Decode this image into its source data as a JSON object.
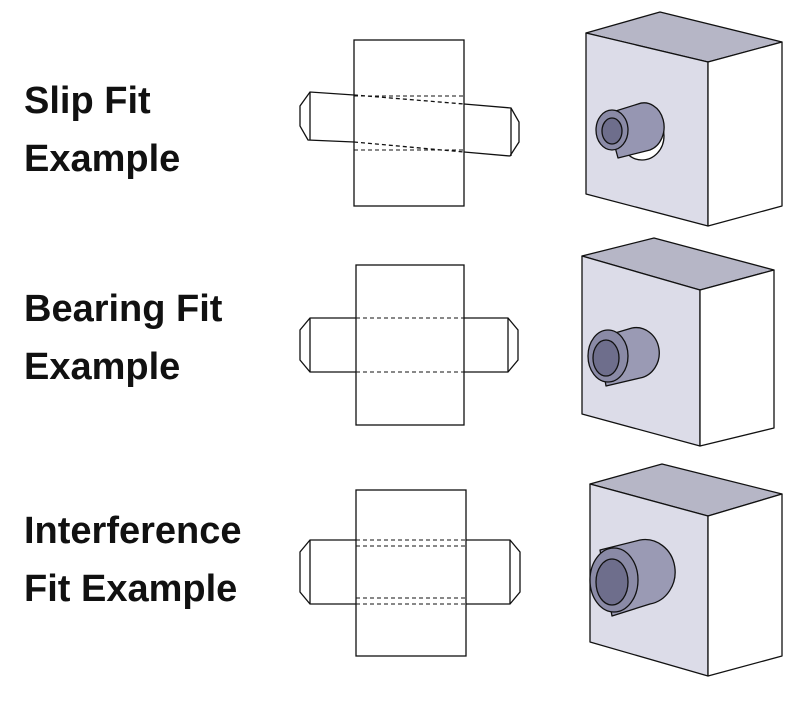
{
  "figure": {
    "rows": [
      {
        "id": "slip-fit",
        "label_lines": [
          "Slip Fit",
          "Example"
        ]
      },
      {
        "id": "bearing-fit",
        "label_lines": [
          "Bearing Fit",
          "Example"
        ]
      },
      {
        "id": "interference-fit",
        "label_lines": [
          "Interference",
          "Fit Example"
        ]
      }
    ]
  },
  "colors": {
    "block_front": "#dcdce8",
    "block_top": "#b6b6c6",
    "block_side": "#ffffff",
    "pin": "#8e8ea8",
    "outline": "#111111",
    "hidden_line": "#333333"
  }
}
